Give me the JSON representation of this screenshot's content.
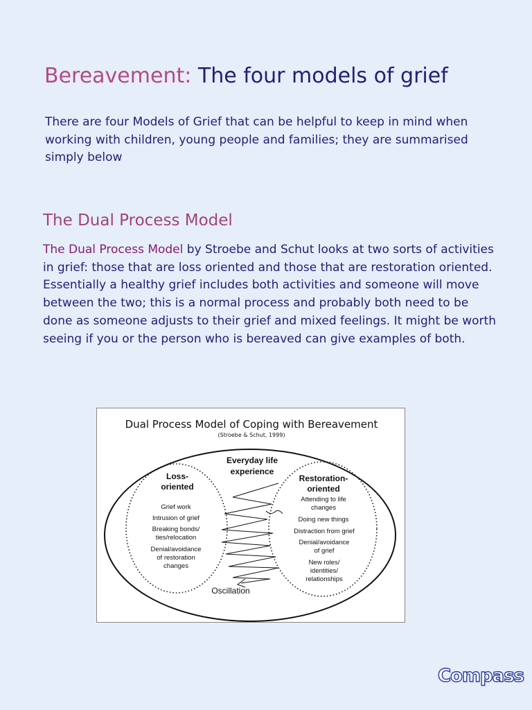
{
  "page": {
    "title_prefix": "Bereavement:",
    "title_main": "The four models of grief",
    "intro": "There are four Models of Grief that can be helpful to keep in mind when working with children, young people and families; they are summarised simply below"
  },
  "section": {
    "heading": "The Dual Process Model",
    "link_text": "The Dual Process Model",
    "body": " by Stroebe and Schut looks at two sorts of activities in grief: those that are loss oriented and those that are restoration oriented. Essentially a healthy grief includes both activities and someone will move between the two; this is a normal process and probably both need to be done as someone adjusts to their grief and mixed feelings. It might be worth seeing if you or the person who is bereaved can give examples of both."
  },
  "diagram": {
    "title": "Dual Process Model of Coping with Bereavement",
    "citation": "(Stroebe & Schut, 1999)",
    "center_label": [
      "Everyday life",
      "experience"
    ],
    "loss": {
      "heading": [
        "Loss-",
        "oriented"
      ],
      "items": [
        [
          "Grief work"
        ],
        [
          "Intrusion of grief"
        ],
        [
          "Breaking bonds/",
          "ties/relocation"
        ],
        [
          "Denial/avoidance",
          "of restoration",
          "changes"
        ]
      ]
    },
    "restoration": {
      "heading": [
        "Restoration-",
        "oriented"
      ],
      "items": [
        [
          "Attending to life",
          "changes"
        ],
        [
          "Doing new things"
        ],
        [
          "Distraction from grief"
        ],
        [
          "Denial/avoidance",
          "of grief"
        ],
        [
          "New roles/",
          "identities/",
          "relationships"
        ]
      ]
    },
    "oscillation_label": "Oscillation"
  },
  "logo": {
    "text": "Compass",
    "colors": {
      "fill": "#ffffff",
      "outline": "#2b3c9a"
    }
  },
  "colors": {
    "background": "#e5eef9",
    "navy": "#1f2176",
    "magenta": "#b54a85",
    "link": "#8a1a6f"
  }
}
